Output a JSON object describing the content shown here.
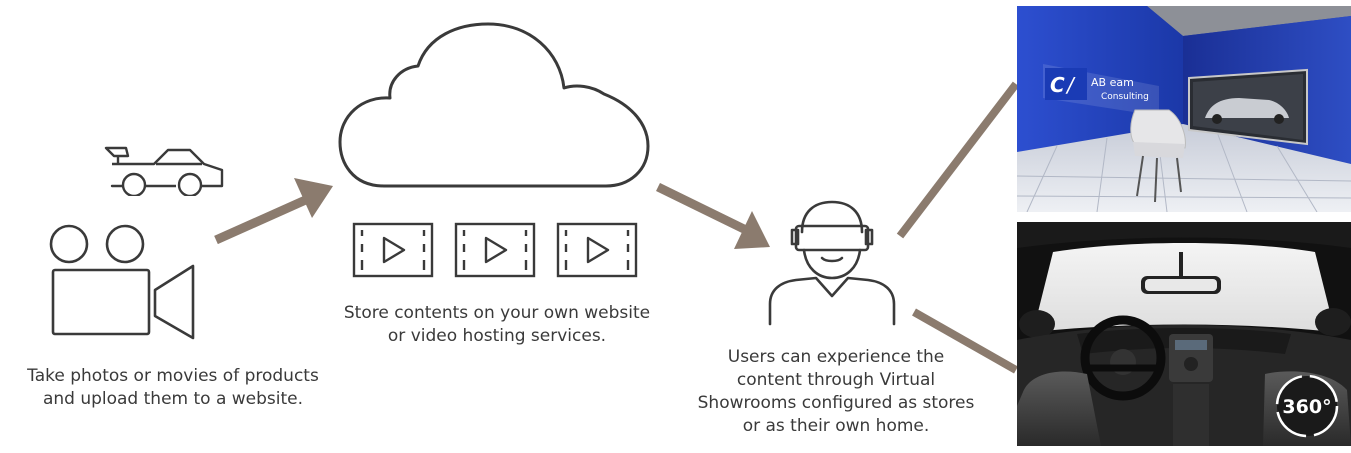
{
  "captions": {
    "capture": [
      "Take photos or movies of products",
      "and upload them to a website."
    ],
    "store": [
      "Store contents on your own website",
      "or video hosting services."
    ],
    "experience": [
      "Users can experience the",
      "content through Virtual",
      "Showrooms configured as stores",
      "or as their own home."
    ]
  },
  "showroom_image": {
    "logo_text_line1": "AB eam",
    "logo_text_line2": "Consulting"
  },
  "interior_image": {
    "badge": "360°"
  },
  "colors": {
    "arrow": "#8b7b6e",
    "line": "#3a3a3a",
    "wall_blue": "#1f3fb8",
    "floor": "#d5d9e2"
  }
}
